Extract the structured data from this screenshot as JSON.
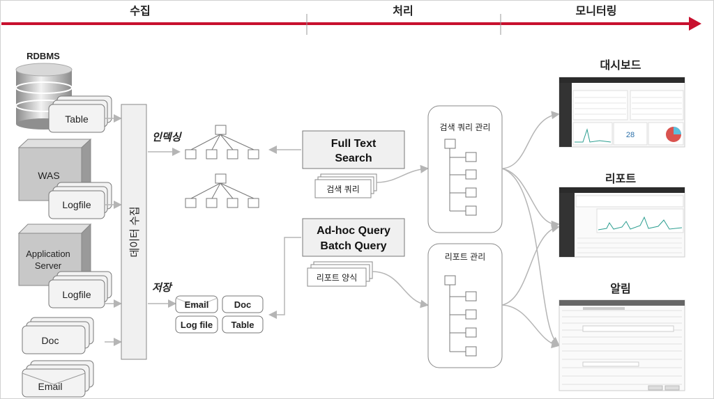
{
  "header": {
    "phases": [
      "수집",
      "처리",
      "모니터링"
    ]
  },
  "sources": {
    "rdbms": "RDBMS",
    "table": "Table",
    "was": "WAS",
    "logfile1": "Logfile",
    "app_server": [
      "Application",
      "Server"
    ],
    "logfile2": "Logfile",
    "doc": "Doc",
    "email": "Email"
  },
  "collector": {
    "label": "데이터 수집"
  },
  "flow": {
    "indexing": "인덱싱",
    "storage": "저장"
  },
  "storage_items": [
    "Email",
    "Doc",
    "Log file",
    "Table"
  ],
  "engines": {
    "fulltext": [
      "Full Text",
      "Search"
    ],
    "adhoc": [
      "Ad-hoc Query",
      "Batch Query"
    ],
    "search_query": "검색 쿼리",
    "report_form": "리포트 양식"
  },
  "management": {
    "search_mgmt": "검색 쿼리 관리",
    "report_mgmt": "리포트 관리"
  },
  "outputs": {
    "dashboard": "대시보드",
    "report": "리포트",
    "alert": "알림",
    "dashboard_value": "28"
  },
  "colors": {
    "phase_arrow": "#c8102e",
    "box_fill": "#f0f0f0",
    "dark_panel": "#2b2b2b"
  }
}
